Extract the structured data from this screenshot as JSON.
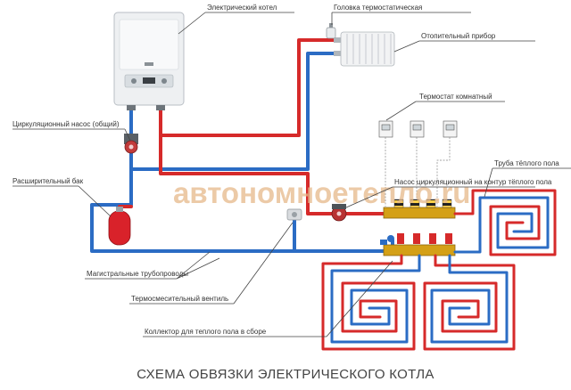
{
  "labels": {
    "boiler": "Электрический котел",
    "thermo_head": "Головка термостатическая",
    "radiator": "Отопительный прибор",
    "room_thermostat": "Термостат комнатный",
    "pump_common": "Циркуляционный насос (общий)",
    "floor_pipe": "Труба тёплого пола",
    "floor_pump": "Насос циркуляционный на контур тёплого пола",
    "expansion_tank": "Расширительный бак",
    "main_pipes": "Магистральные трубопроводы",
    "mix_valve": "Термосмесительный вентиль",
    "collector": "Коллектор для теплого пола в сборе"
  },
  "watermark": "автономноетепло.ru",
  "title": "СХЕМА ОБВЯЗКИ ЭЛЕКТРИЧЕСКОГО КОТЛА",
  "colors": {
    "supply": "#d62a2a",
    "return": "#2b6cc4",
    "tank": "#d9222a",
    "brass": "#d4a017"
  }
}
